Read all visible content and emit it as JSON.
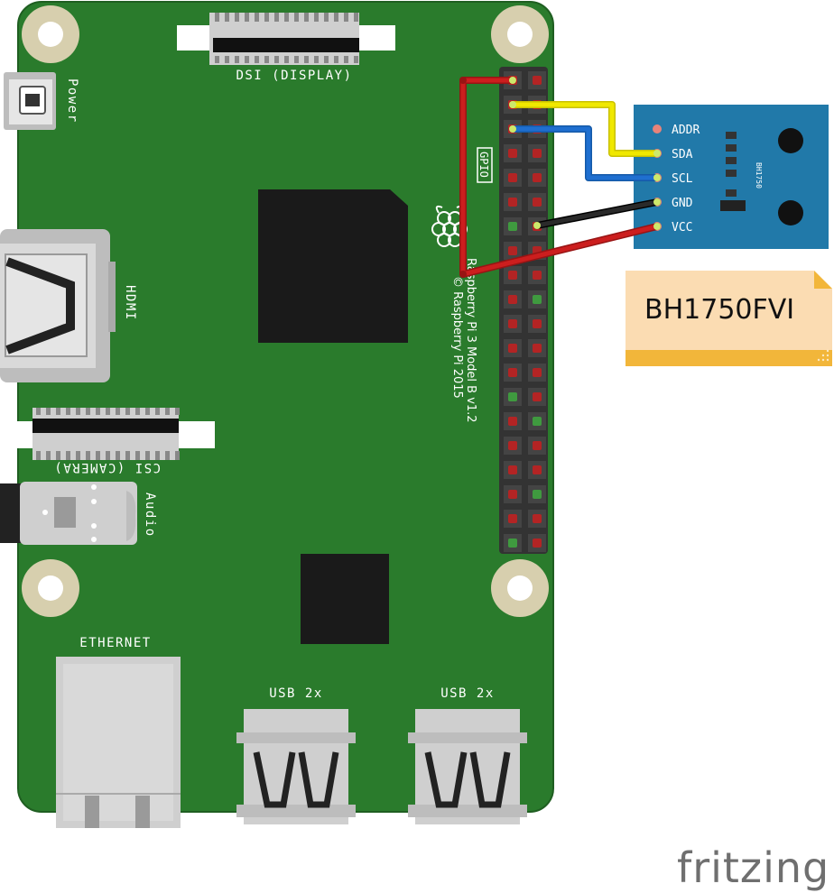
{
  "board": {
    "dsi_label": "DSI (DISPLAY)",
    "power_label": "Power",
    "hdmi_label": "HDMI",
    "csi_label": "CSI (CAMERA)",
    "audio_label": "Audio",
    "gpio_label": "GPIO",
    "model_line1": "Raspberry Pi 3 Model B v1.2",
    "model_line2": "© Raspberry Pi 2015",
    "ethernet_label": "ETHERNET",
    "usb1_label": "USB 2x",
    "usb2_label": "USB 2x",
    "board_color": "#2a7b2c"
  },
  "sensor": {
    "pins": [
      "ADDR",
      "SDA",
      "SCL",
      "GND",
      "VCC"
    ],
    "chip_label": "BH1750",
    "board_color": "#2179a9"
  },
  "note": {
    "text": "BH1750FVI"
  },
  "wires": [
    {
      "from": "SDA",
      "color": "#f0e800"
    },
    {
      "from": "SCL",
      "color": "#1f6fd0"
    },
    {
      "from": "GND",
      "color": "#1a1a1a"
    },
    {
      "from": "VCC",
      "color": "#cc1e1e"
    }
  ],
  "watermark": "fritzing"
}
